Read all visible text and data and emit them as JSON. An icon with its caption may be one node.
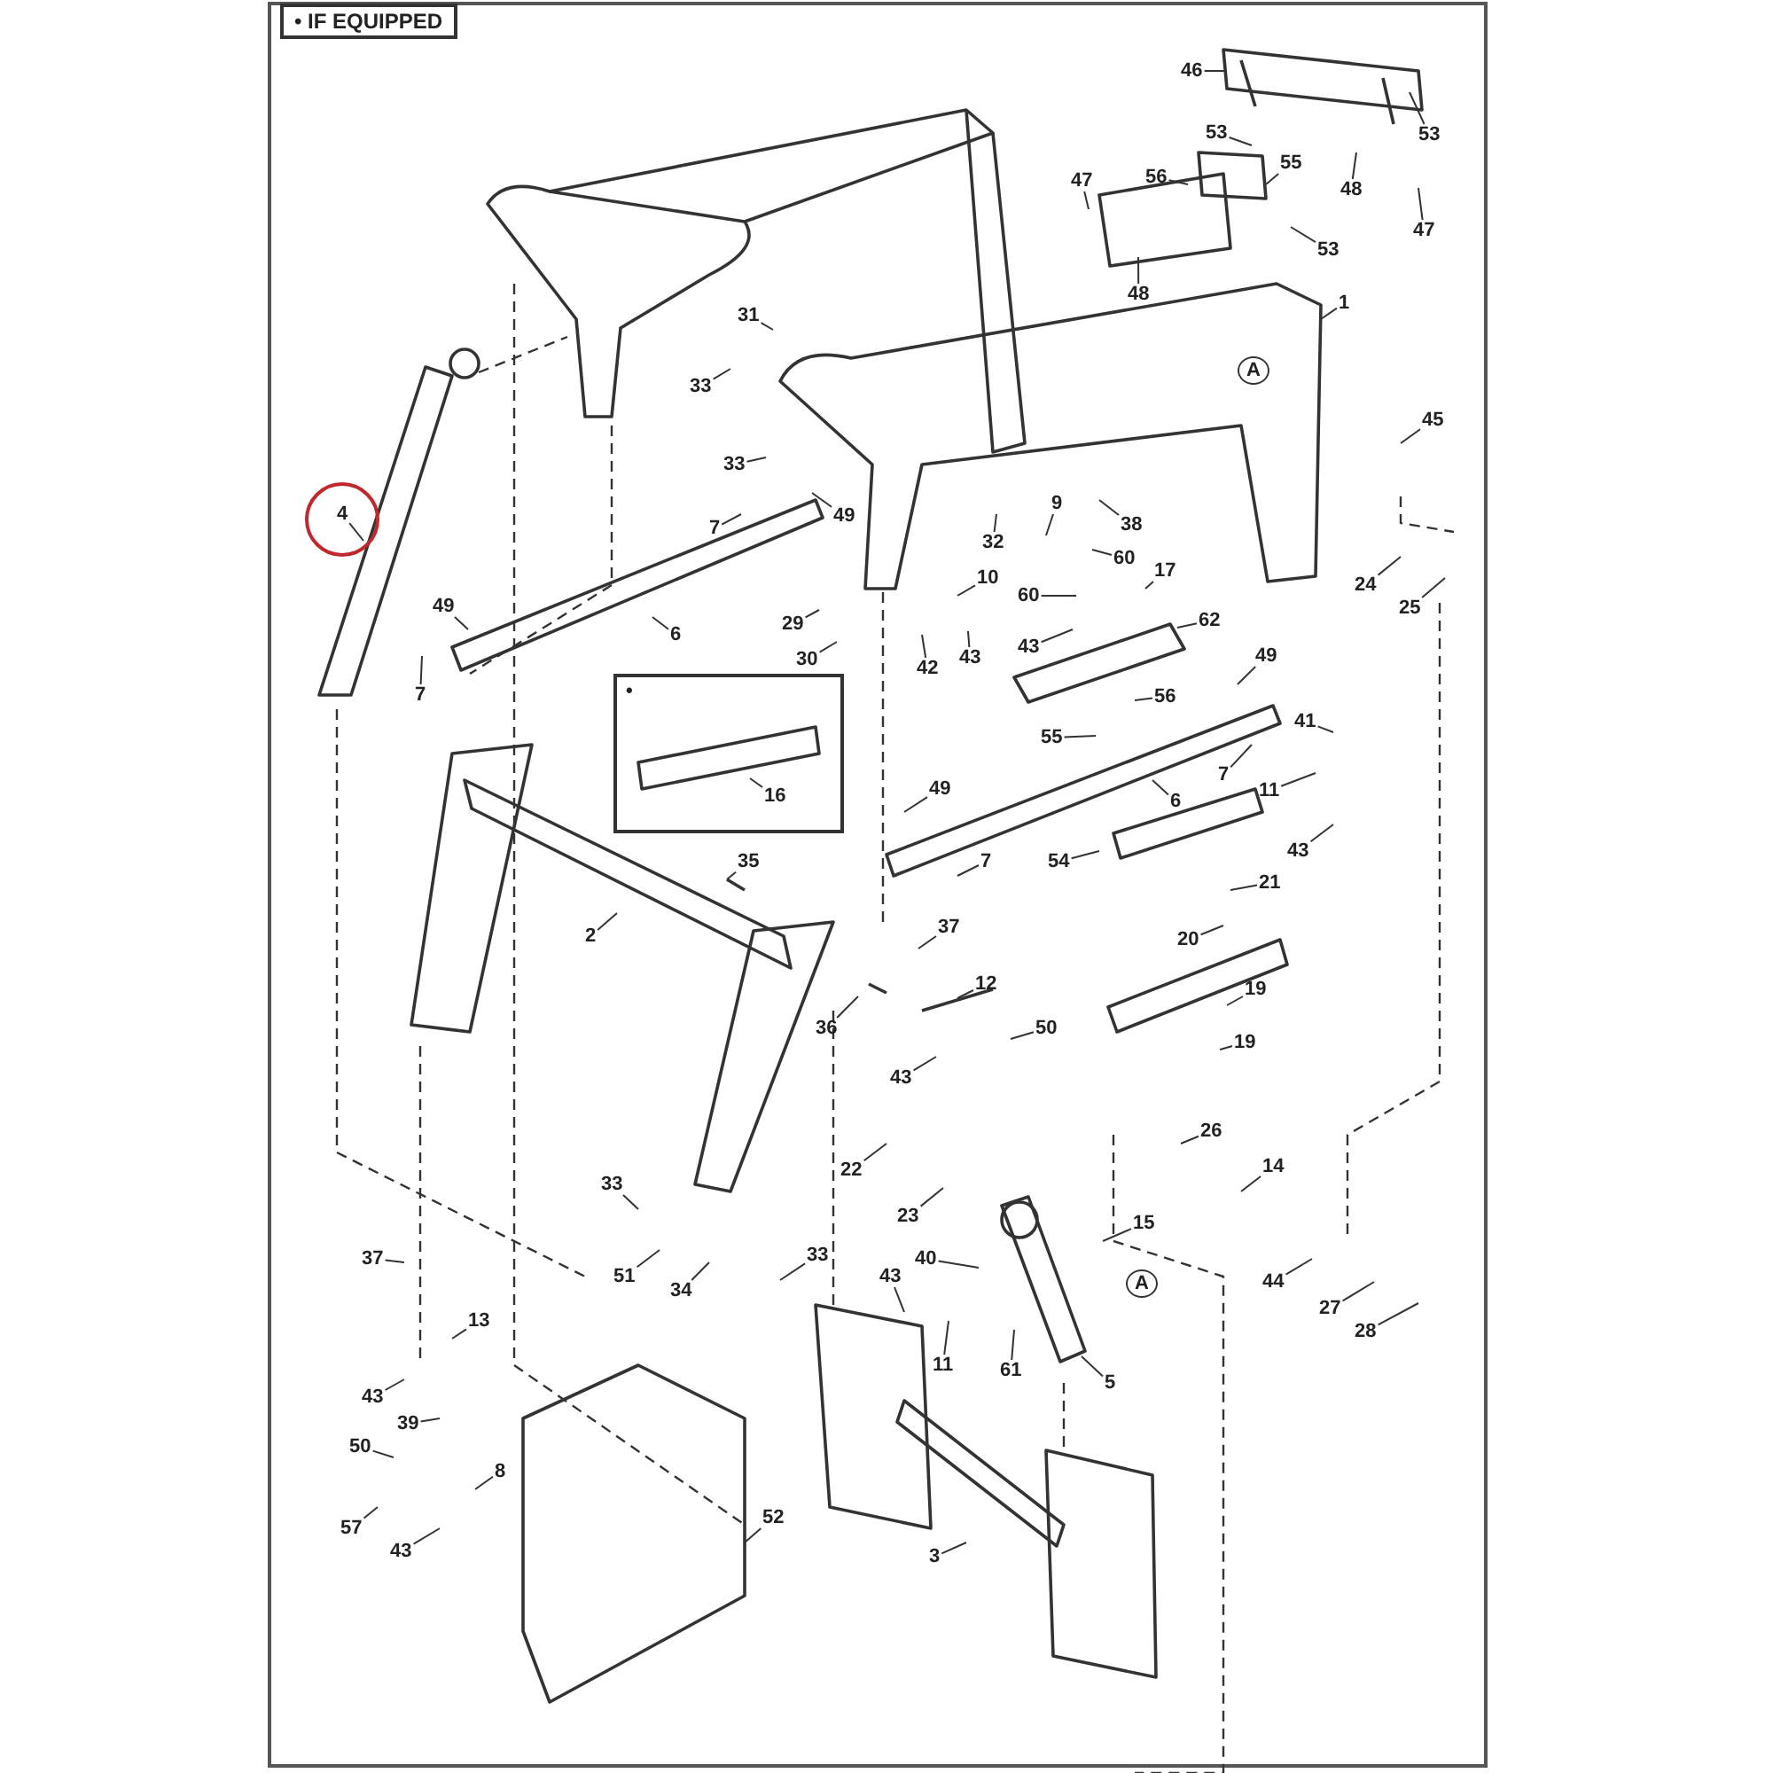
{
  "diagram": {
    "nodes": [
      {
        "text": [
          "4"
        ]
      },
      {
        "text": [
          "31"
        ]
      },
      {
        "text": [
          "33"
        ]
      },
      {
        "text": [
          "33"
        ]
      },
      {
        "text": [
          "7"
        ]
      },
      {
        "text": [
          "49"
        ]
      },
      {
        "text": [
          "49"
        ]
      },
      {
        "text": [
          "7"
        ]
      },
      {
        "text": [
          "6"
        ]
      },
      {
        "text": [
          "29"
        ]
      },
      {
        "text": [
          "30"
        ]
      },
      {
        "text": [
          "46"
        ]
      },
      {
        "text": [
          "53"
        ]
      },
      {
        "text": [
          "53"
        ]
      },
      {
        "text": [
          "56"
        ]
      },
      {
        "text": [
          "55"
        ]
      },
      {
        "text": [
          "48"
        ]
      },
      {
        "text": [
          "47"
        ]
      },
      {
        "text": [
          "47"
        ]
      },
      {
        "text": [
          "48"
        ]
      },
      {
        "text": [
          "53"
        ]
      },
      {
        "text": [
          "1"
        ]
      },
      {
        "text": [
          "45"
        ]
      },
      {
        "text": [
          "9"
        ]
      },
      {
        "text": [
          "32"
        ]
      },
      {
        "text": [
          "38"
        ]
      },
      {
        "text": [
          "60"
        ]
      },
      {
        "text": [
          "17"
        ]
      },
      {
        "text": [
          "10"
        ]
      },
      {
        "text": [
          "60"
        ]
      },
      {
        "text": [
          "43"
        ]
      },
      {
        "text": [
          "42"
        ]
      },
      {
        "text": [
          "43"
        ]
      },
      {
        "text": [
          "62"
        ]
      },
      {
        "text": [
          "24"
        ]
      },
      {
        "text": [
          "25"
        ]
      },
      {
        "text": [
          "49"
        ]
      },
      {
        "text": [
          "56"
        ]
      },
      {
        "text": [
          "55"
        ]
      },
      {
        "text": [
          "41"
        ]
      },
      {
        "text": [
          "7"
        ]
      },
      {
        "text": [
          "11"
        ]
      },
      {
        "text": [
          "6"
        ]
      },
      {
        "text": [
          "49"
        ]
      },
      {
        "text": [
          "7"
        ]
      },
      {
        "text": [
          "54"
        ]
      },
      {
        "text": [
          "43"
        ]
      },
      {
        "text": [
          "21"
        ]
      },
      {
        "text": [
          "20"
        ]
      },
      {
        "text": [
          "19"
        ]
      },
      {
        "text": [
          "19"
        ]
      },
      {
        "text": [
          "37"
        ]
      },
      {
        "text": [
          "12"
        ]
      },
      {
        "text": [
          "50"
        ]
      },
      {
        "text": [
          "43"
        ]
      },
      {
        "text": [
          "35"
        ]
      },
      {
        "text": [
          "2"
        ]
      },
      {
        "text": [
          "36"
        ]
      },
      {
        "text": [
          "33"
        ]
      },
      {
        "text": [
          "51"
        ]
      },
      {
        "text": [
          "34"
        ]
      },
      {
        "text": [
          "33"
        ]
      },
      {
        "text": [
          "37"
        ]
      },
      {
        "text": [
          "13"
        ]
      },
      {
        "text": [
          "43"
        ]
      },
      {
        "text": [
          "39"
        ]
      },
      {
        "text": [
          "50"
        ]
      },
      {
        "text": [
          "8"
        ]
      },
      {
        "text": [
          "57"
        ]
      },
      {
        "text": [
          "43"
        ]
      },
      {
        "text": [
          "52"
        ]
      },
      {
        "text": [
          "22"
        ]
      },
      {
        "text": [
          "23"
        ]
      },
      {
        "text": [
          "43"
        ]
      },
      {
        "text": [
          "40"
        ]
      },
      {
        "text": [
          "11"
        ]
      },
      {
        "text": [
          "61"
        ]
      },
      {
        "text": [
          "5"
        ]
      },
      {
        "text": [
          "15"
        ]
      },
      {
        "text": [
          "26"
        ]
      },
      {
        "text": [
          "14"
        ]
      },
      {
        "text": [
          "44"
        ]
      },
      {
        "text": [
          "27"
        ]
      },
      {
        "text": [
          "28"
        ]
      },
      {
        "text": [
          "3"
        ]
      },
      {
        "text": [
          "•"
        ]
      },
      {
        "text": [
          "16"
        ],
        "in": 85
      }
    ],
    "edges": [
      {
        "from": 0,
        "to": null,
        "arrow": "none"
      },
      {
        "from": 1,
        "to": null,
        "arrow": "none"
      },
      {
        "from": 2,
        "to": null,
        "arrow": "none"
      },
      {
        "from": 3,
        "to": null,
        "arrow": "none"
      },
      {
        "from": 4,
        "to": null,
        "arrow": "none"
      },
      {
        "from": 5,
        "to": null,
        "arrow": "none"
      },
      {
        "from": 6,
        "to": null,
        "arrow": "none"
      },
      {
        "from": 7,
        "to": null,
        "arrow": "none"
      },
      {
        "from": 8,
        "to": null,
        "arrow": "none"
      },
      {
        "from": 9,
        "to": null,
        "arrow": "none"
      },
      {
        "from": 10,
        "to": null,
        "arrow": "none"
      },
      {
        "from": 11,
        "to": null,
        "arrow": "none"
      },
      {
        "from": 12,
        "to": null,
        "arrow": "none"
      },
      {
        "from": 13,
        "to": null,
        "arrow": "none"
      },
      {
        "from": 14,
        "to": null,
        "arrow": "none"
      },
      {
        "from": 15,
        "to": null,
        "arrow": "none"
      },
      {
        "from": 16,
        "to": null,
        "arrow": "none"
      },
      {
        "from": 17,
        "to": null,
        "arrow": "none"
      },
      {
        "from": 18,
        "to": null,
        "arrow": "none"
      },
      {
        "from": 19,
        "to": null,
        "arrow": "none"
      },
      {
        "from": 20,
        "to": null,
        "arrow": "none"
      },
      {
        "from": 21,
        "to": null,
        "arrow": "none"
      },
      {
        "from": 22,
        "to": null,
        "arrow": "none"
      },
      {
        "from": 23,
        "to": null,
        "arrow": "none"
      },
      {
        "from": 24,
        "to": null,
        "arrow": "none"
      },
      {
        "from": 25,
        "to": null,
        "arrow": "none"
      },
      {
        "from": 26,
        "to": null,
        "arrow": "none"
      },
      {
        "from": 27,
        "to": null,
        "arrow": "none"
      },
      {
        "from": 28,
        "to": null,
        "arrow": "none"
      },
      {
        "from": 29,
        "to": null,
        "arrow": "none"
      },
      {
        "from": 30,
        "to": null,
        "arrow": "none"
      },
      {
        "from": 31,
        "to": null,
        "arrow": "none"
      },
      {
        "from": 32,
        "to": null,
        "arrow": "none"
      },
      {
        "from": 33,
        "to": null,
        "arrow": "none"
      },
      {
        "from": 34,
        "to": null,
        "arrow": "none"
      },
      {
        "from": 35,
        "to": null,
        "arrow": "none"
      },
      {
        "from": 36,
        "to": null,
        "arrow": "none"
      },
      {
        "from": 37,
        "to": null,
        "arrow": "none"
      },
      {
        "from": 38,
        "to": null,
        "arrow": "none"
      },
      {
        "from": 39,
        "to": null,
        "arrow": "none"
      },
      {
        "from": 40,
        "to": null,
        "arrow": "none"
      },
      {
        "from": 41,
        "to": null,
        "arrow": "none"
      },
      {
        "from": 42,
        "to": null,
        "arrow": "none"
      },
      {
        "from": 43,
        "to": null,
        "arrow": "none"
      },
      {
        "from": 44,
        "to": null,
        "arrow": "none"
      },
      {
        "from": 45,
        "to": null,
        "arrow": "none"
      },
      {
        "from": 46,
        "to": null,
        "arrow": "none"
      },
      {
        "from": 47,
        "to": null,
        "arrow": "none"
      },
      {
        "from": 48,
        "to": null,
        "arrow": "none"
      },
      {
        "from": 49,
        "to": null,
        "arrow": "none"
      },
      {
        "from": 50,
        "to": null,
        "arrow": "none"
      },
      {
        "from": 51,
        "to": null,
        "arrow": "none"
      },
      {
        "from": 52,
        "to": null,
        "arrow": "none"
      },
      {
        "from": 53,
        "to": null,
        "arrow": "none"
      },
      {
        "from": 54,
        "to": null,
        "arrow": "none"
      },
      {
        "from": 55,
        "to": null,
        "arrow": "none"
      },
      {
        "from": 56,
        "to": null,
        "arrow": "none"
      },
      {
        "from": 57,
        "to": null,
        "arrow": "none"
      },
      {
        "from": 58,
        "to": null,
        "arrow": "none"
      },
      {
        "from": 59,
        "to": null,
        "arrow": "none"
      },
      {
        "from": 60,
        "to": null,
        "arrow": "none"
      },
      {
        "from": 61,
        "to": null,
        "arrow": "none"
      },
      {
        "from": 62,
        "to": null,
        "arrow": "none"
      },
      {
        "from": 63,
        "to": null,
        "arrow": "none"
      },
      {
        "from": 64,
        "to": null,
        "arrow": "none"
      },
      {
        "from": 65,
        "to": null,
        "arrow": "none"
      },
      {
        "from": 66,
        "to": null,
        "arrow": "none"
      },
      {
        "from": 67,
        "to": null,
        "arrow": "none"
      },
      {
        "from": 68,
        "to": null,
        "arrow": "none"
      },
      {
        "from": 69,
        "to": null,
        "arrow": "none"
      },
      {
        "from": 70,
        "to": null,
        "arrow": "none"
      },
      {
        "from": 71,
        "to": null,
        "arrow": "none"
      },
      {
        "from": 72,
        "to": null,
        "arrow": "none"
      },
      {
        "from": 73,
        "to": null,
        "arrow": "none"
      },
      {
        "from": 74,
        "to": null,
        "arrow": "none"
      },
      {
        "from": 75,
        "to": null,
        "arrow": "none"
      },
      {
        "from": 76,
        "to": null,
        "arrow": "none"
      },
      {
        "from": 77,
        "to": null,
        "arrow": "none"
      },
      {
        "from": 78,
        "to": null,
        "arrow": "none"
      },
      {
        "from": 79,
        "to": null,
        "arrow": "none"
      },
      {
        "from": 80,
        "to": null,
        "arrow": "none"
      },
      {
        "from": 81,
        "to": null,
        "arrow": "none"
      },
      {
        "from": 82,
        "to": null,
        "arrow": "none"
      },
      {
        "from": 83,
        "to": null,
        "arrow": "none"
      },
      {
        "from": 84,
        "to": null,
        "arrow": "none"
      },
      {
        "from": 86,
        "to": null,
        "arrow": "none"
      }
    ],
    "labels": [
      "• IF EQUIPPED",
      "A",
      "A"
    ]
  }
}
